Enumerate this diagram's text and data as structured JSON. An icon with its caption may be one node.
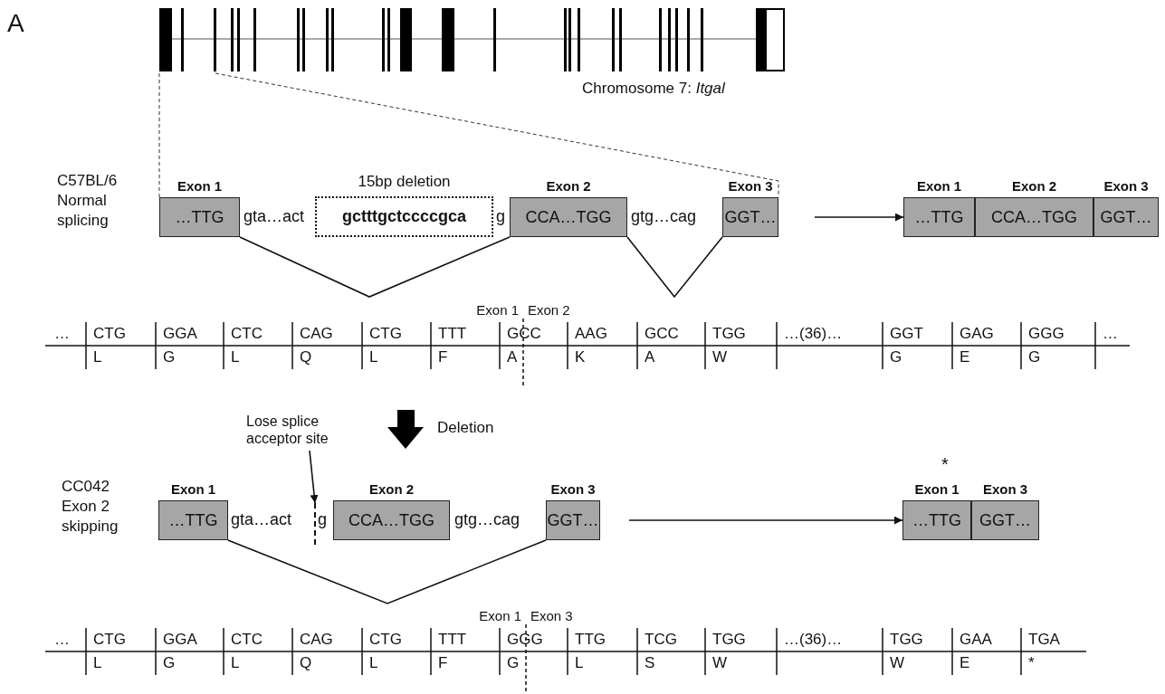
{
  "diagram": {
    "nodes": [
      {
        "text": [
          "Exon 1",
          "…TTG"
        ]
      },
      {
        "text": [
          "15bp deletion",
          "gctttgctccccgca"
        ]
      },
      {
        "text": [
          "Exon 2",
          "CCA…TGG"
        ]
      },
      {
        "text": [
          "Exon 3",
          "GGT…"
        ]
      },
      {
        "text": [
          "Exon 1",
          "…TTG"
        ]
      },
      {
        "text": [
          "Exon 2",
          "CCA…TGG"
        ]
      },
      {
        "text": [
          "Exon 3",
          "GGT…"
        ]
      },
      {
        "text": [
          "Lose splice acceptor site"
        ]
      },
      {
        "text": [
          "Exon 1",
          "…TTG"
        ]
      },
      {
        "text": [
          "Exon 2",
          "CCA…TGG"
        ]
      },
      {
        "text": [
          "Exon 3",
          "GGT…"
        ]
      },
      {
        "text": [
          "Exon 1",
          "…TTG"
        ]
      },
      {
        "text": [
          "Exon 3",
          "GGT…"
        ]
      },
      {
        "text": [],
        "shape": "bar"
      },
      {
        "text": [],
        "shape": "picture"
      }
    ],
    "edges": [
      {
        "from": 0,
        "to": 2,
        "arrow": "none"
      },
      {
        "from": 2,
        "to": 3,
        "arrow": "none"
      },
      {
        "from": null,
        "to": 4,
        "arrow": "to"
      },
      {
        "from": 7,
        "to": 13,
        "arrow": "to"
      },
      {
        "from": 8,
        "to": 10,
        "arrow": "none"
      },
      {
        "from": null,
        "to": 11,
        "arrow": "to"
      },
      {
        "from": 14,
        "to": 0,
        "arrow": "none",
        "style": "dashed"
      },
      {
        "from": 14,
        "to": 3,
        "arrow": "none",
        "style": "dashed"
      }
    ],
    "labels": [
      "A",
      "Chromosome 7: *Itgal*",
      "C57BL/6 Normal splicing",
      "gta…act",
      "g",
      "gtg…cag",
      "Exon 1",
      "Exon 2",
      "…",
      "CTG",
      "GGA",
      "CTC",
      "CAG",
      "CTG",
      "TTT",
      "GCC",
      "AAG",
      "GCC",
      "TGG",
      "…(36)…",
      "GGT",
      "GAG",
      "GGG",
      "…",
      "L",
      "G",
      "L",
      "Q",
      "L",
      "F",
      "A",
      "K",
      "A",
      "W",
      "G",
      "E",
      "G",
      "Deletion",
      "CC042 Exon 2 skipping",
      "gta…act",
      "g",
      "gtg…cag",
      "*",
      "Exon 1",
      "Exon 3",
      "…",
      "CTG",
      "GGA",
      "CTC",
      "CAG",
      "CTG",
      "TTT",
      "GGG",
      "TTG",
      "TCG",
      "TGG",
      "…(36)…",
      "TGG",
      "GAA",
      "TGA",
      "L",
      "G",
      "L",
      "Q",
      "L",
      "F",
      "G",
      "L",
      "S",
      "W",
      "W",
      "E",
      "*"
    ]
  }
}
